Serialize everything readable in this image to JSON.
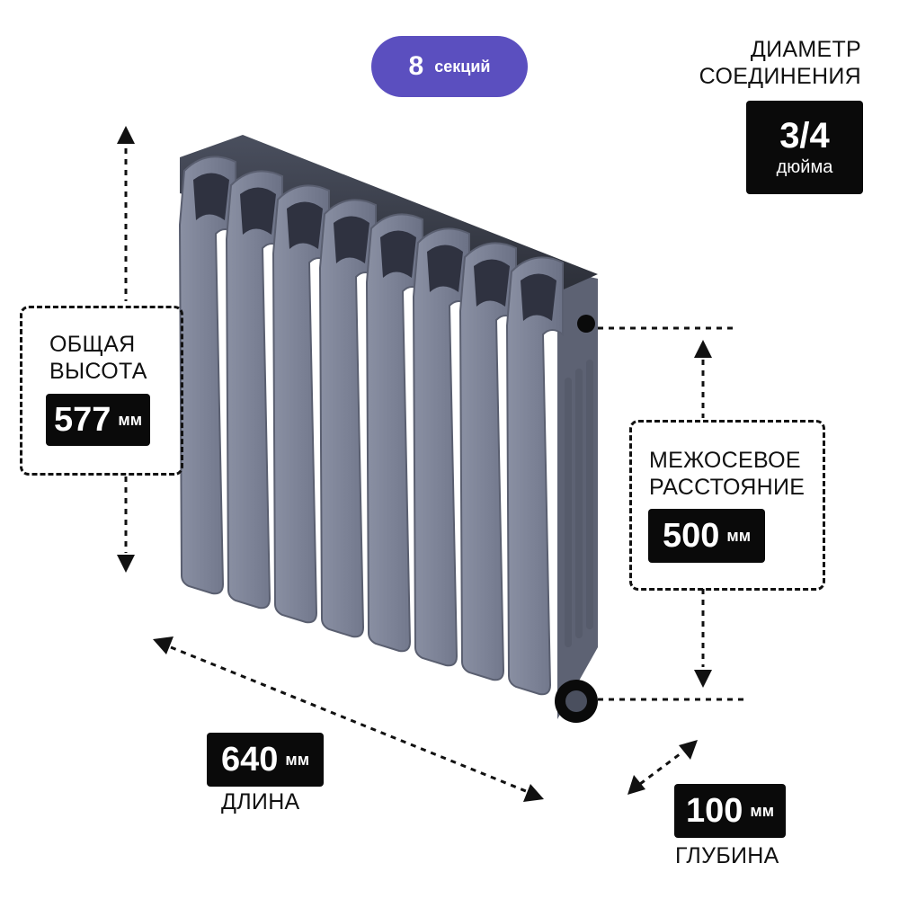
{
  "sections": {
    "value": "8",
    "unit": "секций"
  },
  "diameter": {
    "title_line1": "ДИАМЕТР",
    "title_line2": "СОЕДИНЕНИЯ",
    "value": "3/4",
    "unit": "дюйма"
  },
  "height": {
    "title_line1": "ОБЩАЯ",
    "title_line2": "ВЫСОТА",
    "value": "577",
    "unit": "мм"
  },
  "center_distance": {
    "title_line1": "МЕЖОСЕВОЕ",
    "title_line2": "РАССТОЯНИЕ",
    "value": "500",
    "unit": "мм"
  },
  "length": {
    "value": "640",
    "unit": "мм",
    "title": "ДЛИНА"
  },
  "depth": {
    "value": "100",
    "unit": "мм",
    "title": "ГЛУБИНА"
  },
  "colors": {
    "accent": "#5b4fbf",
    "radiator": "#7f8597",
    "label_bg": "#0a0a0a"
  }
}
